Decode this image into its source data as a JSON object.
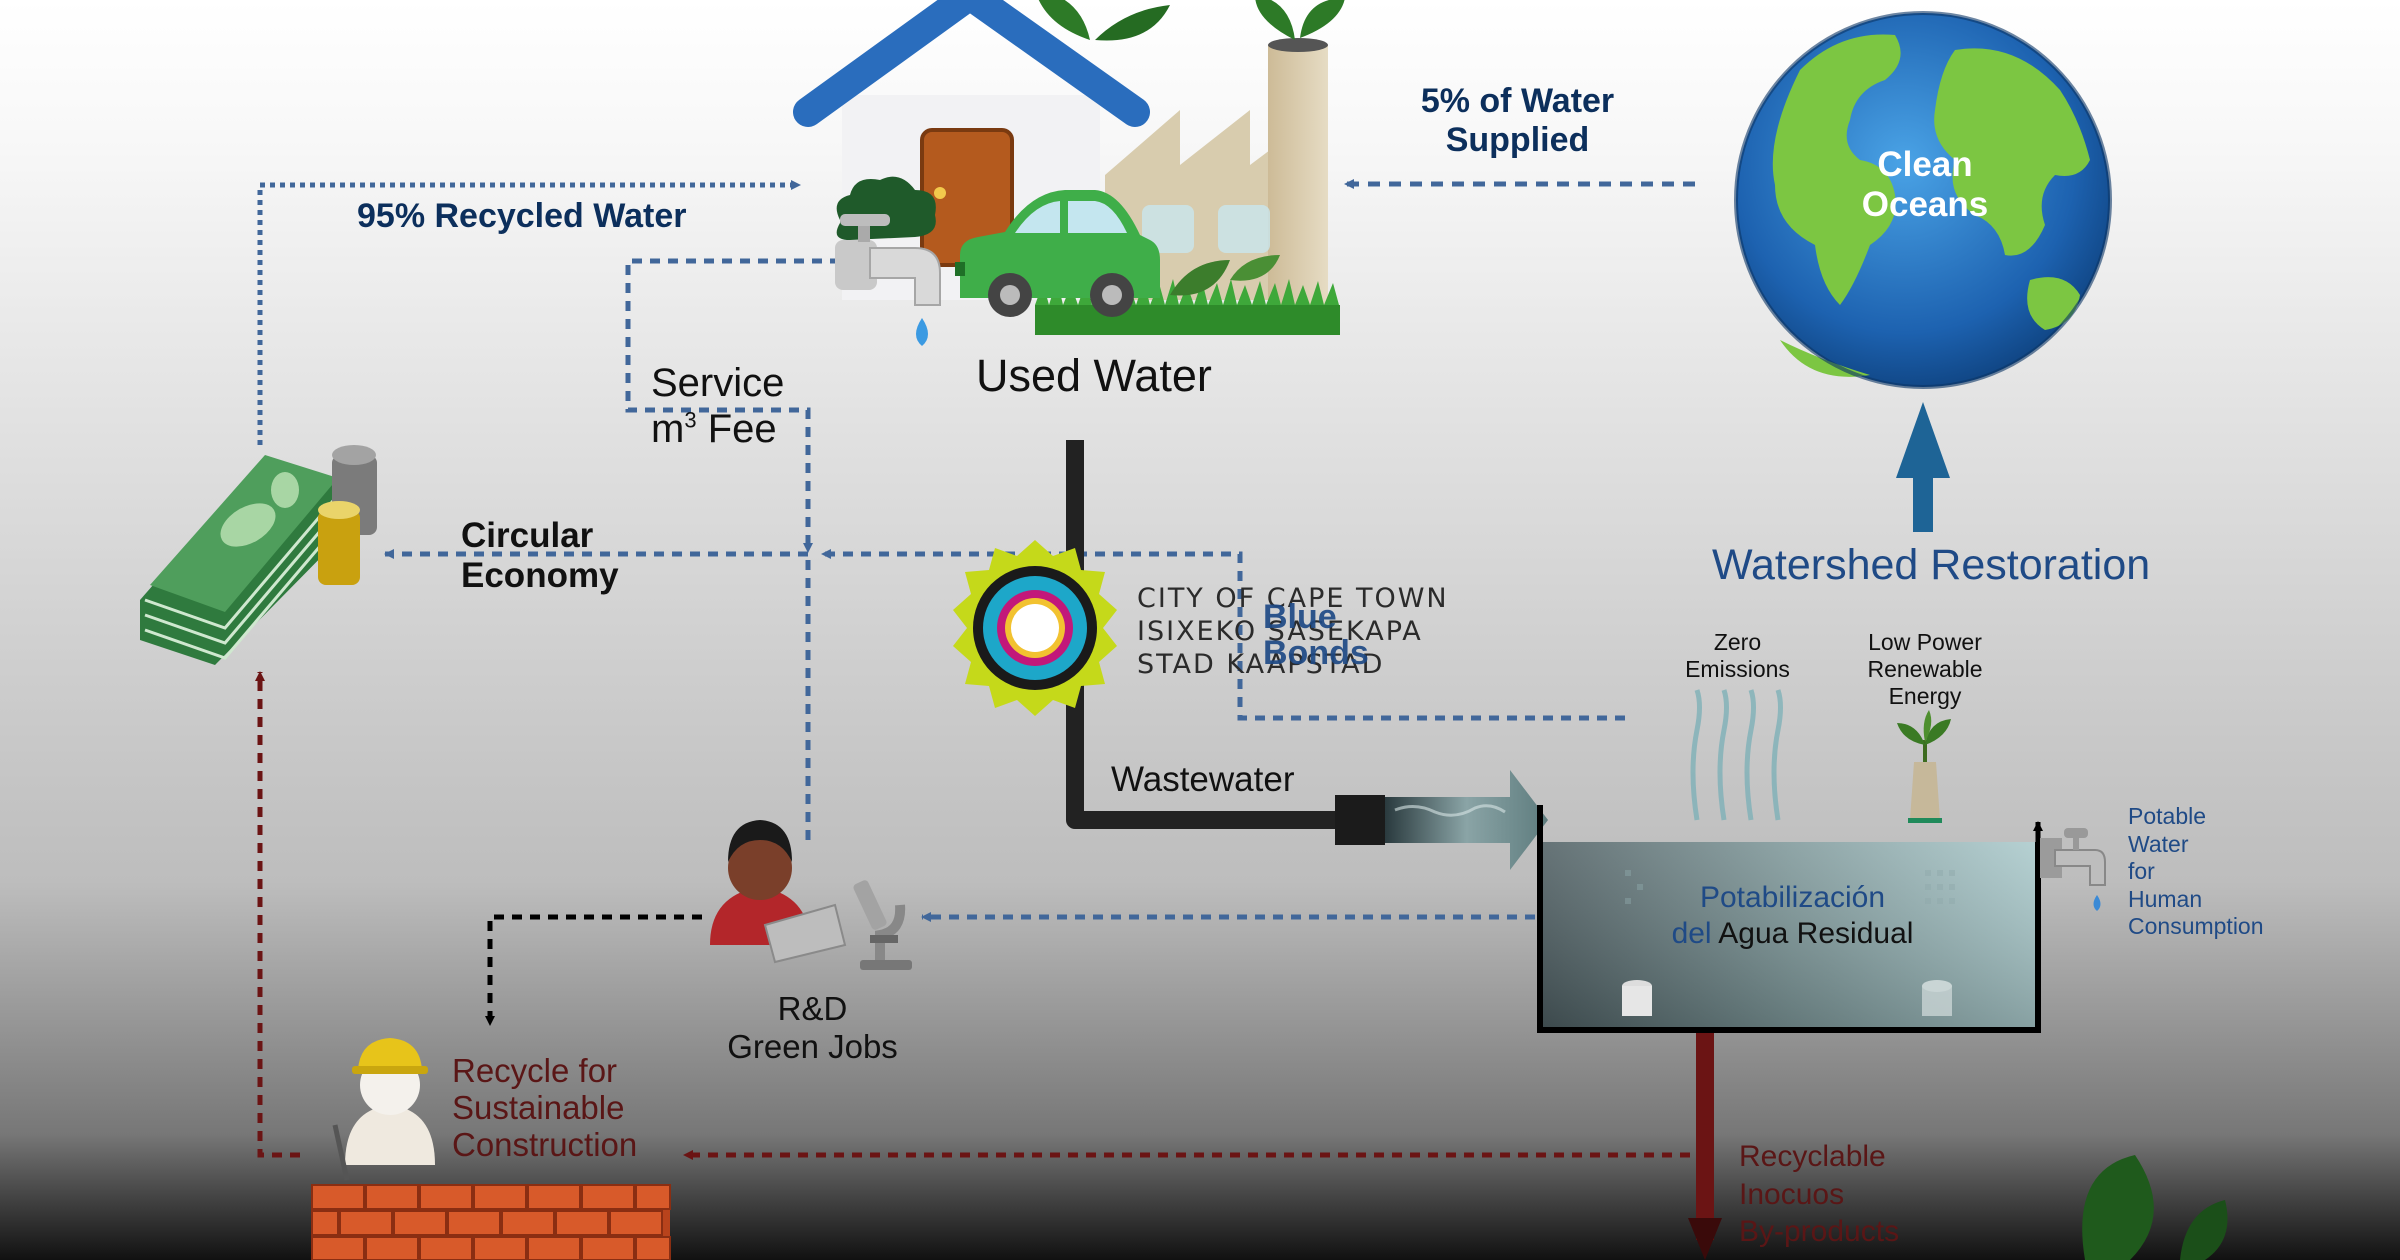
{
  "diagram": {
    "labels": {
      "recycled_water": "95% Recycled Water",
      "water_supplied_line1": "5% of Water",
      "water_supplied_line2": "Supplied",
      "clean_oceans_line1": "Clean",
      "clean_oceans_line2": "Oceans",
      "used_water": "Used Water",
      "service_line1": "Service",
      "service_line2_a": "m",
      "service_line2_sup": "3",
      "service_line2_b": " Fee",
      "circular_line1": "Circular",
      "circular_line2": "Economy",
      "watershed": "Watershed Restoration",
      "blue_bonds_line1": "Blue",
      "blue_bonds_line2": "Bonds",
      "zero_emissions_line1": "Zero",
      "zero_emissions_line2": "Emissions",
      "low_power_line1": "Low Power",
      "low_power_line2": "Renewable",
      "low_power_line3": "Energy",
      "wastewater": "Wastewater",
      "potable_line1": "Potable",
      "potable_line2": "Water",
      "potable_line3": "for",
      "potable_line4": "Human",
      "potable_line5": "Consumption",
      "tank_line1": "Potabilización",
      "tank_line2_a": "del ",
      "tank_line2_b": "Agua Residual",
      "rd_line1": "R&D",
      "rd_line2": "Green Jobs",
      "recycle_line1": "Recycle for",
      "recycle_line2": "Sustainable",
      "recycle_line3": "Construction",
      "byproducts_line1": "Recyclable",
      "byproducts_line2": "Inocuos",
      "byproducts_line3": "By-products"
    },
    "logo": {
      "line1": "CITY OF CAPE TOWN",
      "line2": "ISIXEKO SASEKAPA",
      "line3": "STAD KAAPSTAD"
    },
    "icons": [
      "house-icon",
      "factory-icon",
      "car-icon",
      "faucet-icon",
      "globe-icon",
      "money-icon",
      "coins-icon",
      "city-logo-icon",
      "worker-icon",
      "scientist-icon",
      "microscope-icon",
      "treatment-tank-icon",
      "sprout-icon",
      "brick-wall-icon",
      "leaf-icon"
    ],
    "colors": {
      "navy": "#0c2f5c",
      "flow_blue": "#41679a",
      "flow_maroon": "#6b1414",
      "pipe": "#222222"
    }
  }
}
